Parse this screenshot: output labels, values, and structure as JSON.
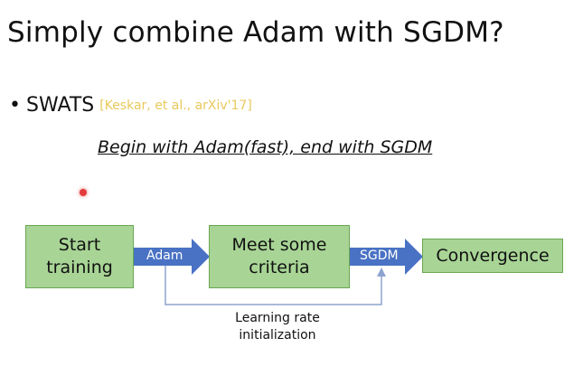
{
  "slide": {
    "title": "Simply combine Adam with SGDM?",
    "bullet": {
      "symbol": "•",
      "text": "SWATS",
      "citation": "[Keskar, et al., arXiv'17]",
      "citation_color": "#e8c95c"
    },
    "subtitle": "Begin with Adam(fast), end with SGDM"
  },
  "diagram": {
    "nodes": {
      "start": "Start training",
      "meet": "Meet some criteria",
      "convergence": "Convergence"
    },
    "edges": {
      "adam": "Adam",
      "sgdm": "SGDM"
    },
    "feedback_label": "Learning rate initialization",
    "colors": {
      "box_fill": "#a8d596",
      "box_border": "#6aa755",
      "arrow_fill": "#4a72c4",
      "connector": "#8ea3cf"
    }
  }
}
